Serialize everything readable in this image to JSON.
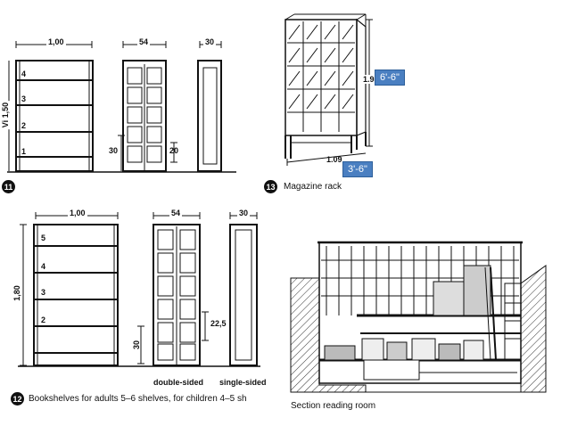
{
  "fig11": {
    "number": "11",
    "width_dim": "1,00",
    "depth_double_dim": "54",
    "depth_single_dim": "30",
    "height_dim": "1,50",
    "height_prefix": "Vi",
    "shelf_labels": [
      "1",
      "2",
      "3",
      "4"
    ],
    "toe_dim": "30",
    "pitch_dim": "20"
  },
  "fig12": {
    "number": "12",
    "width_dim": "1,00",
    "depth_double_dim": "54",
    "depth_single_dim": "30",
    "height_dim": "1,80",
    "shelf_labels": [
      "2",
      "3",
      "4",
      "5"
    ],
    "toe_dim": "30",
    "pitch_dim": "22,5",
    "double_label": "double-sided",
    "single_label": "single-sided",
    "caption": "Bookshelves for adults 5–6 shelves, for children 4–5 sh"
  },
  "fig13": {
    "number": "13",
    "caption": "Magazine rack",
    "height_dim": "1.98",
    "width_dim": "1.09",
    "height_note": "6'-6\"",
    "width_note": "3'-6\""
  },
  "section": {
    "caption": "Section reading room"
  }
}
